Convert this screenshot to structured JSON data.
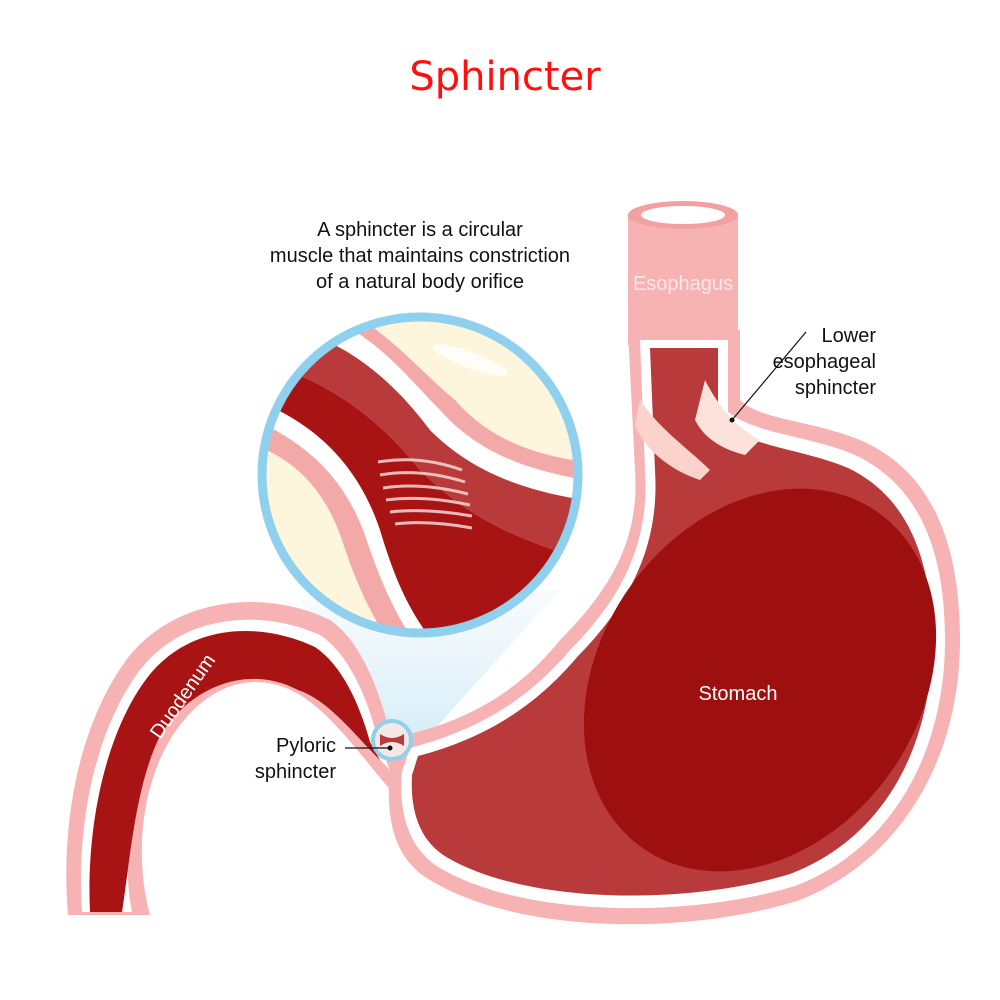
{
  "title": "Sphincter",
  "description": {
    "lines": [
      "A sphincter is a circular",
      "muscle that maintains constriction",
      "of a natural body orifice"
    ]
  },
  "labels": {
    "esophagus": "Esophagus",
    "lower_sphincter": [
      "Lower",
      "esophageal",
      "sphincter"
    ],
    "stomach": "Stomach",
    "duodenum": "Duodenum",
    "pyloric_sphincter": [
      "Pyloric",
      "sphincter"
    ]
  },
  "colors": {
    "title": "#ff1010",
    "outer_wall": "#f7b3b3",
    "muscle_dark": "#a81414",
    "muscle_mid": "#b83a3a",
    "lining": "#ffffff",
    "magnifier_ring": "#8fd0ef",
    "magnifier_bg": "#fdf6dc"
  }
}
